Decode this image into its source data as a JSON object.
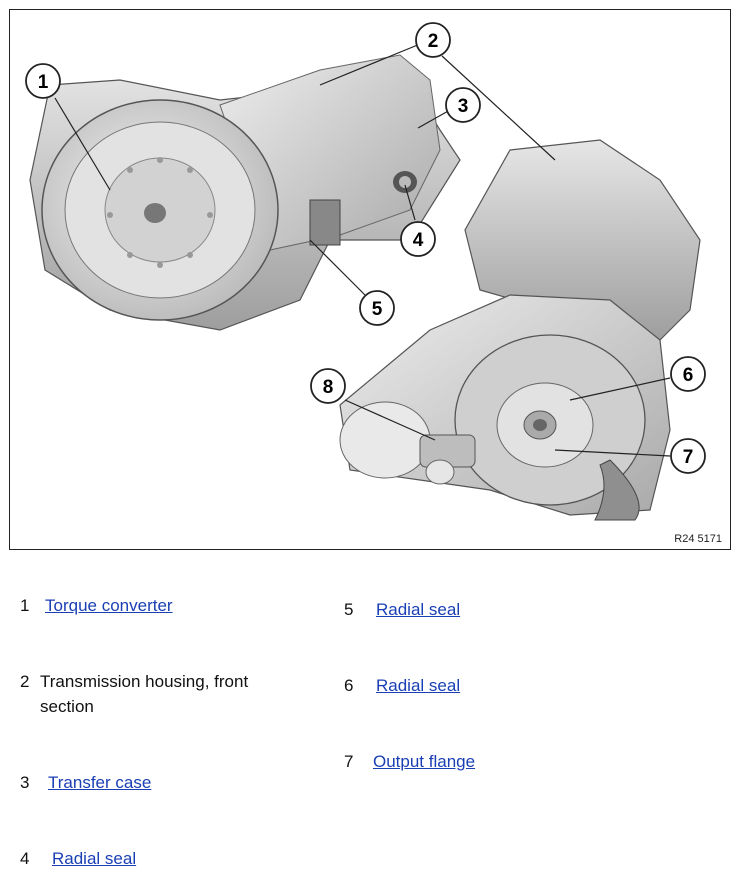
{
  "figure": {
    "ref_code": "R24 5171",
    "callouts": [
      "1",
      "2",
      "3",
      "4",
      "5",
      "6",
      "7",
      "8"
    ]
  },
  "legend": [
    {
      "num": "1",
      "label": "Torque converter",
      "link": true
    },
    {
      "num": "2",
      "label_line1": "Transmission housing, front",
      "label_line2": "section",
      "link": false
    },
    {
      "num": "3",
      "label": "Transfer case",
      "link": true
    },
    {
      "num": "4",
      "label": "Radial seal",
      "link": true
    },
    {
      "num": "5",
      "label": "Radial seal",
      "link": true
    },
    {
      "num": "6",
      "label": "Radial seal",
      "link": true
    },
    {
      "num": "7",
      "label": "Output flange",
      "link": true
    }
  ],
  "colors": {
    "link": "#1a3fb5",
    "line": "#222222"
  }
}
